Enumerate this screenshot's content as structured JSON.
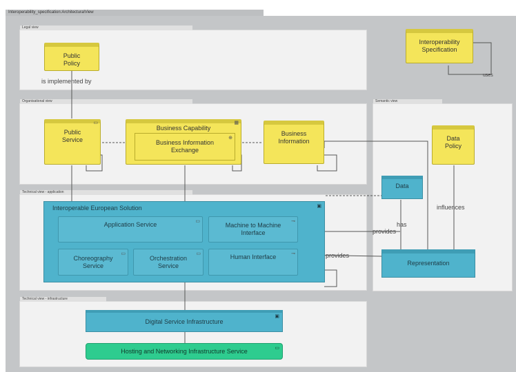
{
  "window": {
    "title": "Interoperability_specification:ArchitecturalView"
  },
  "views": {
    "legal": "Legal view",
    "organisational": "Organisational view",
    "semantic": "Semantic view",
    "technical_app": "Technical view - application",
    "technical_infra": "Technical view - infrastructure"
  },
  "elements": {
    "public_policy": "Public Policy",
    "interop_spec": "Interoperability Specification",
    "public_service": "Public Service",
    "business_capability": "Business Capability",
    "bie": "Business Information Exchange",
    "business_information": "Business Information",
    "data_policy": "Data Policy",
    "data": "Data",
    "representation": "Representation",
    "ieus": "Interoperable European Solution",
    "app_service": "Application Service",
    "m2m": "Machine to Machine Interface",
    "choreography": "Choreography Service",
    "orchestration": "Orchestration Service",
    "human_interface": "Human Interface",
    "dsi": "Digital Service Infrastructure",
    "hosting": "Hosting and Networking Infrastructure Service"
  },
  "relations": {
    "implemented_by": "is implemented by",
    "uses": "uses",
    "influences": "influences",
    "has": "has",
    "provides1": "provides",
    "provides2": "provides"
  },
  "colors": {
    "business_yellow": "#f4e55a",
    "application_blue": "#4fb3cc",
    "technology_green": "#2ecc8f"
  }
}
